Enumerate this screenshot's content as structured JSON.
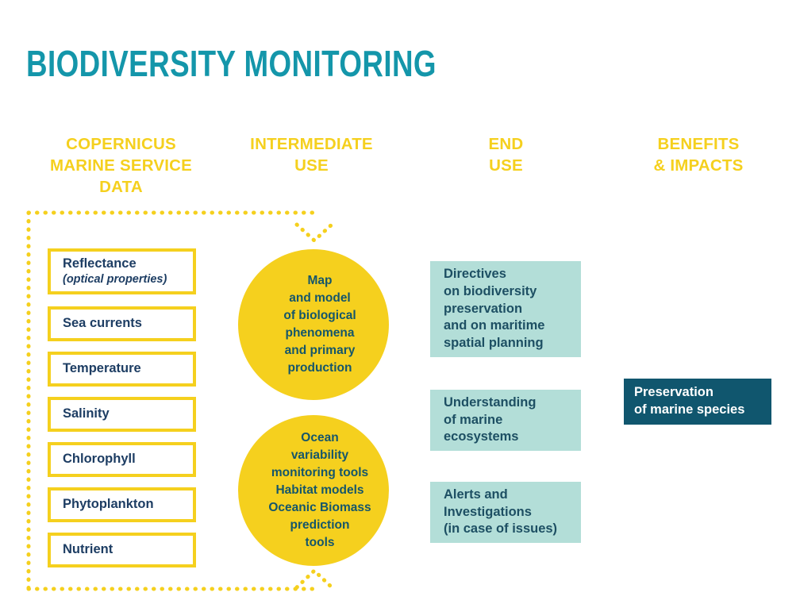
{
  "title": "BIODIVERSITY MONITORING",
  "colors": {
    "title_teal": "#1496AA",
    "yellow": "#F5D01E",
    "navy_text": "#1D3D63",
    "light_teal": "#B3DED8",
    "dark_teal": "#10566E",
    "circle_text": "#15566B",
    "white": "#FFFFFF"
  },
  "columns": {
    "data": {
      "header_line1": "COPERNICUS",
      "header_line2": "MARINE SERVICE",
      "header_line3": "DATA"
    },
    "intermediate": {
      "header_line1": "INTERMEDIATE",
      "header_line2": "USE"
    },
    "end": {
      "header_line1": "END",
      "header_line2": "USE"
    },
    "benefits": {
      "header_line1": "BENEFITS",
      "header_line2": "& IMPACTS"
    }
  },
  "data_boxes": [
    {
      "label": "Reflectance",
      "sub": "(optical properties)"
    },
    {
      "label": "Sea currents",
      "sub": ""
    },
    {
      "label": "Temperature",
      "sub": ""
    },
    {
      "label": "Salinity",
      "sub": ""
    },
    {
      "label": "Chlorophyll",
      "sub": ""
    },
    {
      "label": "Phytoplankton",
      "sub": ""
    },
    {
      "label": "Nutrient",
      "sub": ""
    }
  ],
  "circles": [
    {
      "text": "Map\nand model\nof biological\nphenomena\nand primary\nproduction"
    },
    {
      "text": "Ocean\nvariability\nmonitoring tools\nHabitat models\nOceanic Biomass\nprediction\ntools"
    }
  ],
  "end_boxes": [
    {
      "text": "Directives\non biodiversity\npreservation\nand on maritime\nspatial planning"
    },
    {
      "text": "Understanding\nof marine\necosystems"
    },
    {
      "text": "Alerts and\nInvestigations\n(in case of issues)"
    }
  ],
  "benefit_box": {
    "text": "Preservation\nof marine species"
  }
}
